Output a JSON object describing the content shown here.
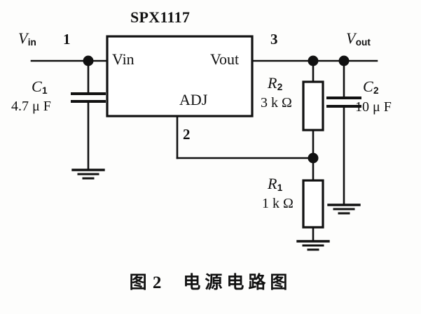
{
  "figure": {
    "caption_number": "图 2",
    "caption_text": "电源电路图",
    "ic_title": "SPX1117",
    "background_color": "#fdfdfc",
    "ink_color": "#111111"
  },
  "ic": {
    "part_number": "SPX1117",
    "pins": [
      {
        "number": "1",
        "name": "Vin",
        "side": "left"
      },
      {
        "number": "2",
        "name": "ADJ",
        "side": "bottom"
      },
      {
        "number": "3",
        "name": "Vout",
        "side": "right"
      }
    ],
    "pin_label_vin": "Vin",
    "pin_label_vout": "Vout",
    "pin_label_adj": "ADJ",
    "pin_number_1": "1",
    "pin_number_2": "2",
    "pin_number_3": "3"
  },
  "nets": {
    "input_label": "V",
    "input_sub": "in",
    "output_label": "V",
    "output_sub": "out"
  },
  "components": [
    {
      "designator": "C",
      "index": "1",
      "type": "capacitor",
      "value": "4.7 μ F",
      "node_from": "Vin",
      "node_to": "GND"
    },
    {
      "designator": "C",
      "index": "2",
      "type": "capacitor",
      "value": "10 μ F",
      "node_from": "Vout",
      "node_to": "GND"
    },
    {
      "designator": "R",
      "index": "2",
      "type": "resistor",
      "value": "3 k Ω",
      "node_from": "Vout",
      "node_to": "ADJ"
    },
    {
      "designator": "R",
      "index": "1",
      "type": "resistor",
      "value": "1 k Ω",
      "node_from": "ADJ",
      "node_to": "GND"
    }
  ],
  "labels": {
    "c1_name": "C",
    "c1_sub": "1",
    "c1_value": "4.7 μ F",
    "c2_name": "C",
    "c2_sub": "2",
    "c2_value": "10 μ F",
    "r1_name": "R",
    "r1_sub": "1",
    "r1_value": "1 k Ω",
    "r2_name": "R",
    "r2_sub": "2",
    "r2_value": "3 k Ω"
  },
  "ground_symbols": [
    {
      "name": "gnd-c1"
    },
    {
      "name": "gnd-c2"
    },
    {
      "name": "gnd-r1"
    }
  ]
}
